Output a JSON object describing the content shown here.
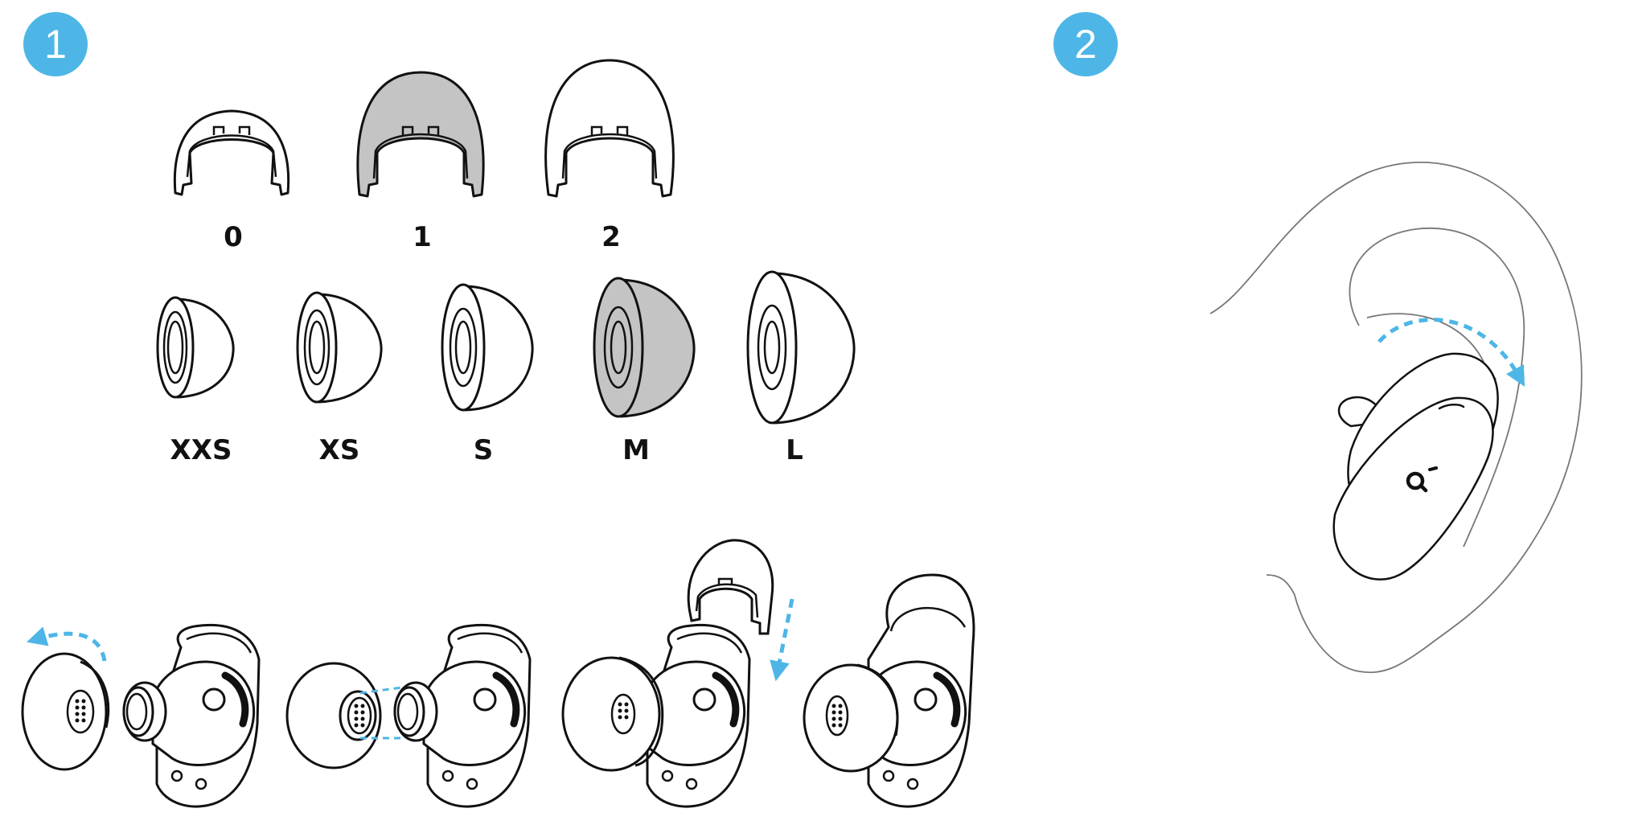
{
  "steps": [
    {
      "number": "1"
    },
    {
      "number": "2"
    }
  ],
  "wing_sizes": [
    "0",
    "1",
    "2"
  ],
  "eartip_sizes": [
    "XXS",
    "XS",
    "S",
    "M",
    "L"
  ],
  "selected": {
    "wing": "1",
    "eartip": "M"
  },
  "colors": {
    "accent": "#4db6e6",
    "badge_text": "#ffffff",
    "line": "#111111",
    "highlight_fill": "#c4c4c4",
    "ear_line": "#777777"
  }
}
